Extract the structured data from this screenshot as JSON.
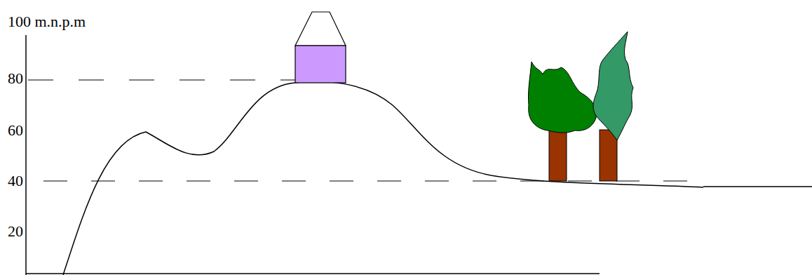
{
  "diagram": {
    "labels": [
      "100 m.n.p.m",
      "80",
      "60",
      "40",
      "20"
    ]
  }
}
